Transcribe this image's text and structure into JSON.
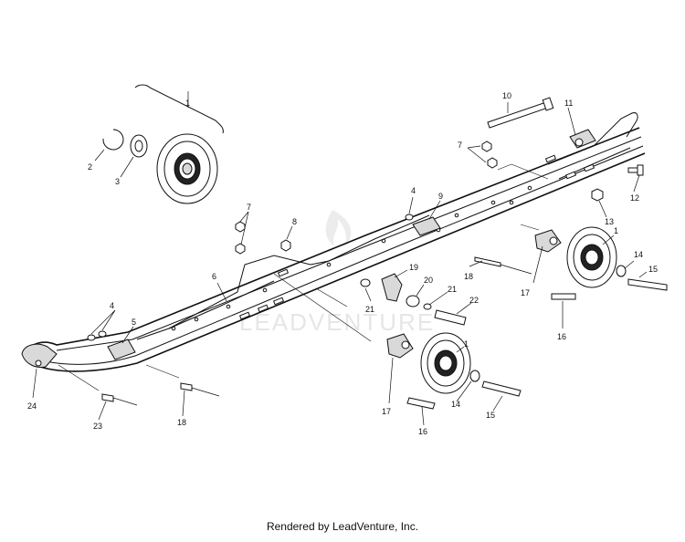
{
  "watermark": "LEADVENTURE",
  "footer": "Rendered by LeadVenture, Inc.",
  "callouts": {
    "c1a": "1",
    "c2": "2",
    "c3": "3",
    "c10": "10",
    "c11": "11",
    "c7a": "7",
    "c12": "12",
    "c4a": "4",
    "c9": "9",
    "c13": "13",
    "c7b": "7",
    "c8": "8",
    "c1b": "1",
    "c14a": "14",
    "c15a": "15",
    "c6": "6",
    "c19": "19",
    "c18a": "18",
    "c17a": "17",
    "c20": "20",
    "c21a": "21",
    "c21b": "21",
    "c22": "22",
    "c16a": "16",
    "c4b": "4",
    "c5": "5",
    "c1c": "1",
    "c24": "24",
    "c17b": "17",
    "c14b": "14",
    "c15b": "15",
    "c23": "23",
    "c18b": "18",
    "c16b": "16"
  }
}
